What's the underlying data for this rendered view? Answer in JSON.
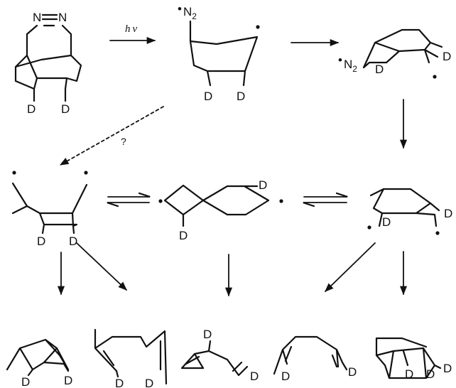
{
  "labels": {
    "deuterium": "D",
    "nitrogen": "N",
    "diazenyl": "N",
    "diazenyl_sub": "2",
    "radical_mark": "•",
    "photolysis": "h v",
    "question": "?"
  }
}
